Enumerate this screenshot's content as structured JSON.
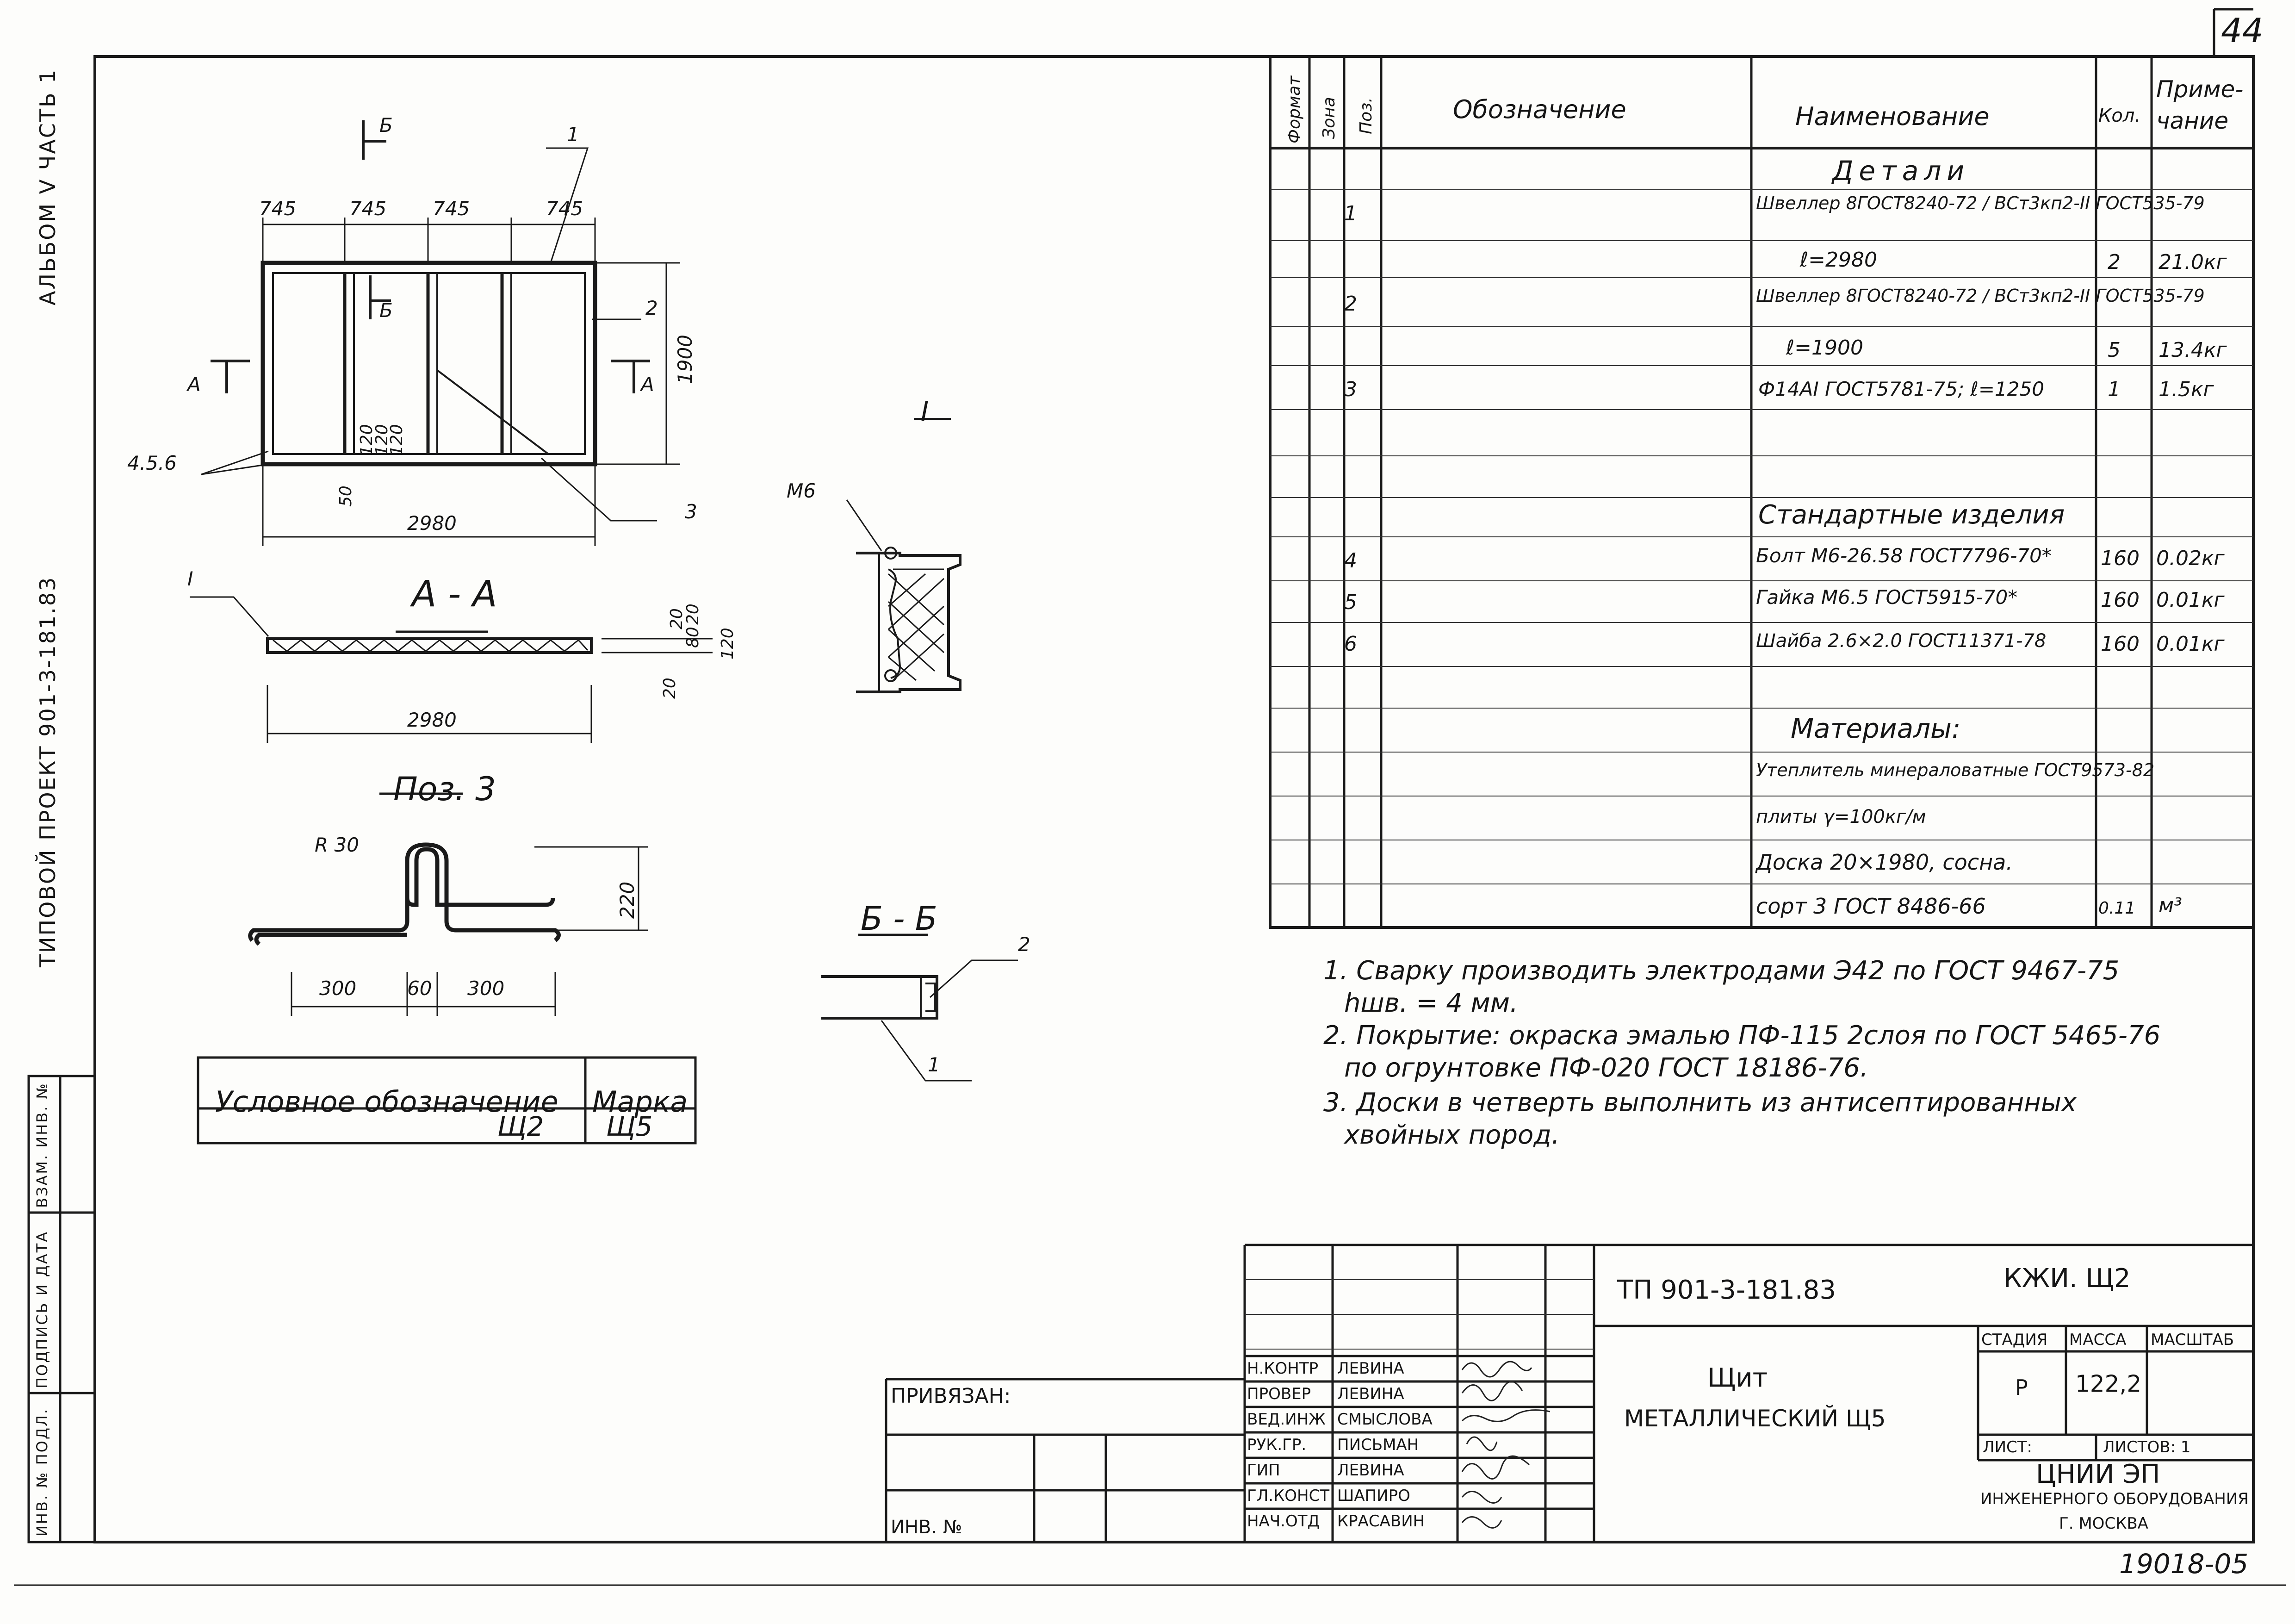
{
  "sheet_number": "44",
  "side_labels": {
    "album": "АЛЬБОМ V  ЧАСТЬ 1",
    "project": "ТИПОВОЙ  ПРОЕКТ  901-3-181.83"
  },
  "drawing": {
    "section_b_mark": "Б",
    "section_a_mark": "А",
    "callout_1": "1",
    "callout_2": "2",
    "callout_3": "3",
    "callout_456": "4.5.6",
    "callout_I": "I",
    "dim_745": [
      "745",
      "745",
      "745",
      "745"
    ],
    "dim_1900": "1900",
    "dim_2980": "2980",
    "dim_50": "50",
    "dim_120": [
      "120",
      "120",
      "120"
    ],
    "section_aa_title": "А - А",
    "dim_aa_right": [
      "20",
      "80",
      "20",
      "120"
    ],
    "dim_aa_left": "20",
    "dim_aa_2980": "2980",
    "pos3_title": "Поз. 3",
    "pos3_r": "R 30",
    "pos3_220": "220",
    "pos3_300a": "300",
    "pos3_60": "60",
    "pos3_300b": "300",
    "detail_I_title": "I",
    "detail_I_m6": "М6",
    "section_bb_title": "Б - Б",
    "bb_callout_2": "2",
    "bb_callout_1": "1"
  },
  "legend_table": {
    "header_symbol": "Условное обозначение",
    "header_mark": "Марка",
    "value_symbol": "Щ2",
    "value_mark": "Щ5"
  },
  "spec": {
    "headers": {
      "format": "Формат",
      "zone": "Зона",
      "pos": "Поз.",
      "designation": "Обозначение",
      "name": "Наименование",
      "qty": "Кол.",
      "note": "Приме-чание"
    },
    "section_details": "Детали",
    "section_std": "Стандартные изделия",
    "section_materials": "Материалы:",
    "rows": [
      {
        "pos": "1",
        "name": "Швеллер 8ГОСТ8240-72 / ВСт3кп2-II ГОСТ535-79",
        "qty": "",
        "note": ""
      },
      {
        "pos": "",
        "name": "ℓ=2980",
        "qty": "2",
        "note": "21.0кг"
      },
      {
        "pos": "2",
        "name": "Швеллер 8ГОСТ8240-72 / ВСт3кп2-II ГОСТ535-79",
        "qty": "",
        "note": ""
      },
      {
        "pos": "",
        "name": "ℓ=1900",
        "qty": "5",
        "note": "13.4кг"
      },
      {
        "pos": "3",
        "name": "Ф14АI ГОСТ5781-75; ℓ=1250",
        "qty": "1",
        "note": "1.5кг"
      },
      {
        "pos": "4",
        "name": "Болт М6-26.58 ГОСТ7796-70*",
        "qty": "160",
        "note": "0.02кг"
      },
      {
        "pos": "5",
        "name": "Гайка М6.5 ГОСТ5915-70*",
        "qty": "160",
        "note": "0.01кг"
      },
      {
        "pos": "6",
        "name": "Шайба 2.6×2.0 ГОСТ11371-78",
        "qty": "160",
        "note": "0.01кг"
      },
      {
        "pos": "",
        "name": "Утеплитель минераловатные ГОСТ9573-82",
        "qty": "",
        "note": ""
      },
      {
        "pos": "",
        "name": "плиты γ=100кг/м",
        "qty": "",
        "note": ""
      },
      {
        "pos": "",
        "name": "Доска 20×1980, сосна.",
        "qty": "",
        "note": ""
      },
      {
        "pos": "",
        "name": "сорт 3 ГОСТ 8486-66",
        "qty": "0.11",
        "note": "м³"
      }
    ]
  },
  "notes": [
    "1. Сварку производить электродами Э42 по ГОСТ 9467-75",
    "hшв. = 4 мм.",
    "2. Покрытие: окраска эмалью ПФ-115 2слоя по ГОСТ 5465-76",
    "по огрунтовке ПФ-020 ГОСТ 18186-76.",
    "3. Доски в четверть выполнить из антисептированных",
    "хвойных пород."
  ],
  "title_block": {
    "doc_code": "ТП 901-3-181.83",
    "sheet_code": "КЖИ. Щ2",
    "title_line1": "Щит",
    "title_line2": "металлический  Щ5",
    "stage_label": "СТАДИЯ",
    "mass_label": "МАССА",
    "scale_label": "МАСШТАБ",
    "stage_value": "Р",
    "mass_value": "122,2",
    "sheet_label": "ЛИСТ:",
    "sheets_label": "ЛИСТОВ: 1",
    "org_name": "ЦНИИ ЭП",
    "org_line2": "ИНЖЕНЕРНОГО ОБОРУДОВАНИЯ",
    "org_city": "Г. МОСКВА",
    "bound_label": "ПРИВЯЗАН:",
    "inv_label": "ИНВ. №",
    "doc_number": "19018-05",
    "staff": [
      {
        "role": "Н.КОНТР",
        "name": "ЛЕВИНА"
      },
      {
        "role": "ПРОВЕР",
        "name": "ЛЕВИНА"
      },
      {
        "role": "ВЕД.ИНЖ",
        "name": "СМЫСЛОВА"
      },
      {
        "role": "РУК.ГР.",
        "name": "ПИСЬМАН"
      },
      {
        "role": "ГИП",
        "name": "ЛЕВИНА"
      },
      {
        "role": "ГЛ.КОНСТ",
        "name": "ШАПИРО"
      },
      {
        "role": "НАЧ.ОТД",
        "name": "КРАСАВИН"
      }
    ]
  },
  "left_stamp": {
    "inv_podl": "ИНВ. № ПОДЛ.",
    "podpis": "ПОДПИСЬ И ДАТА",
    "vzam": "ВЗАМ. ИНВ. №"
  }
}
